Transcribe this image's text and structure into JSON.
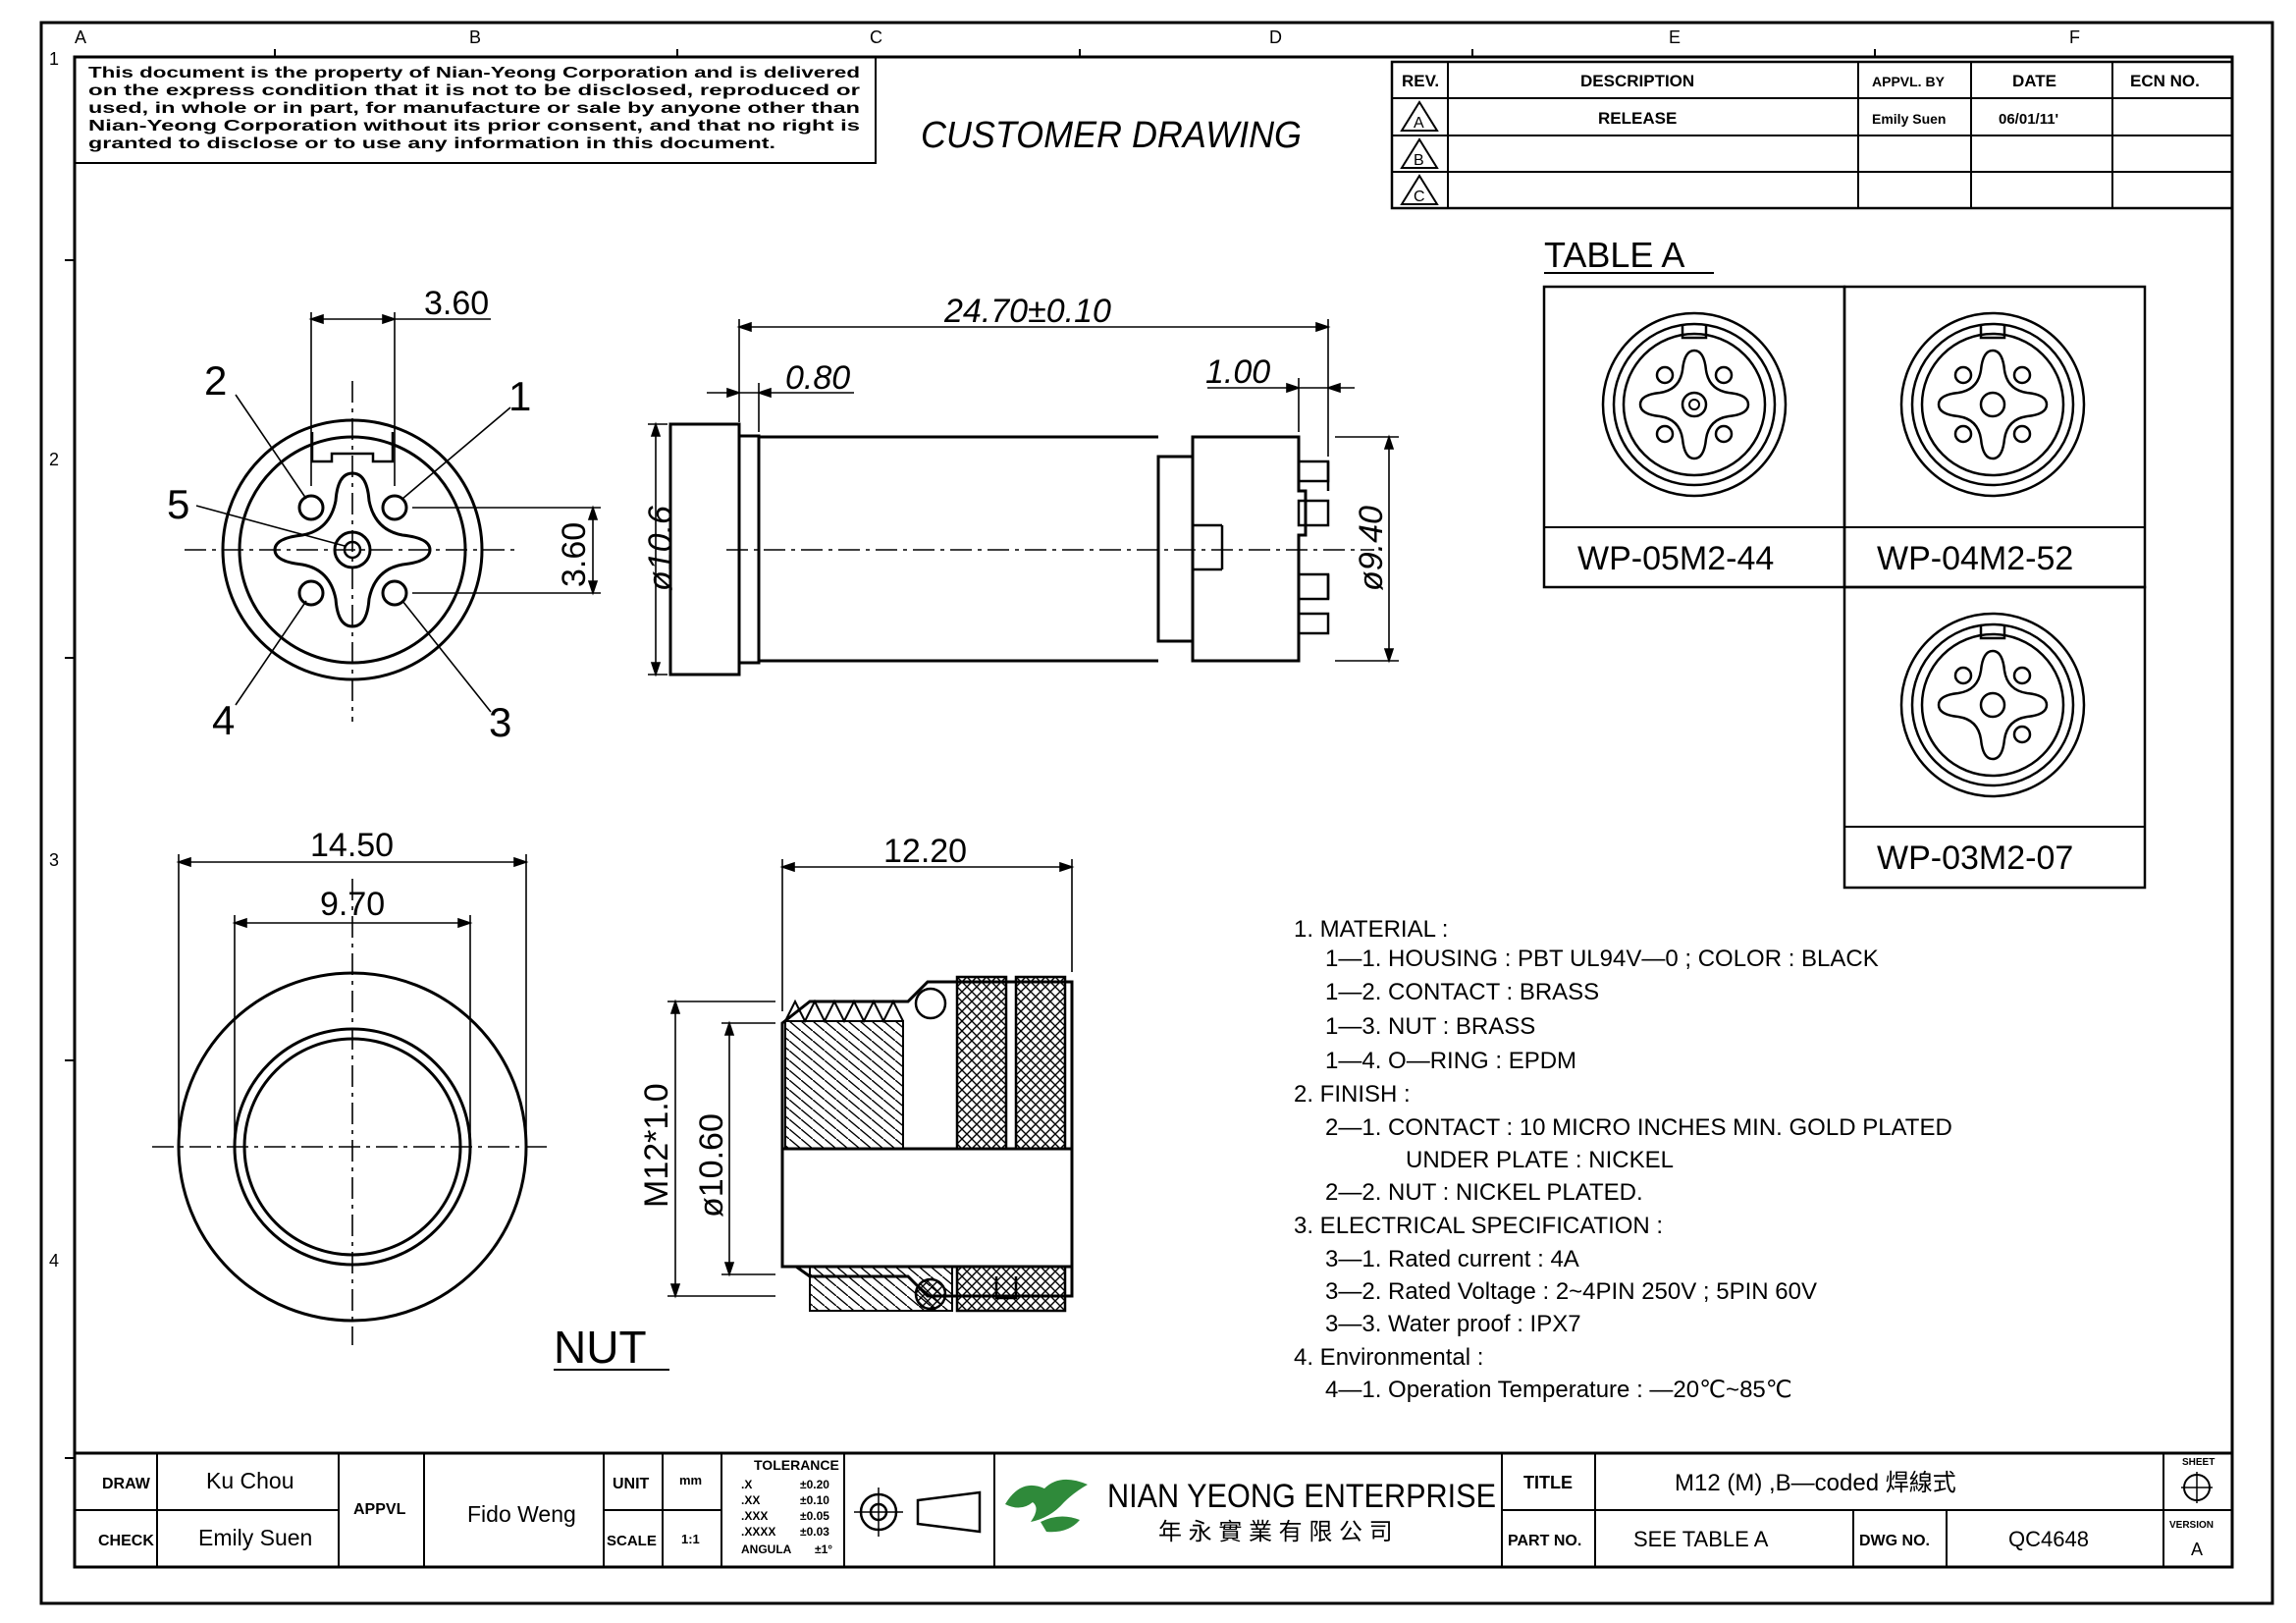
{
  "frame": {
    "zone_cols": [
      "A",
      "B",
      "C",
      "D",
      "E",
      "F"
    ],
    "zone_rows": [
      "1",
      "2",
      "3",
      "4"
    ]
  },
  "notice": {
    "lines": [
      "This document is the property of Nian-Yeong Corporation and is delivered",
      "on  the  express condition that it is not to be disclosed, reproduced or",
      "used, in whole or in part, for manufacture or sale by anyone other than",
      "Nian-Yeong Corporation without  its prior consent, and that  no right  is",
      "granted to disclose or to use any information in this  document."
    ]
  },
  "header": {
    "title": "CUSTOMER  DRAWING"
  },
  "revision_table": {
    "headers": [
      "REV.",
      "DESCRIPTION",
      "APPVL. BY",
      "DATE",
      "ECN NO."
    ],
    "rows": [
      {
        "rev": "A",
        "description": "RELEASE",
        "appvl": "Emily Suen",
        "date": "06/01/11'",
        "ecn": ""
      },
      {
        "rev": "B",
        "description": "",
        "appvl": "",
        "date": "",
        "ecn": ""
      },
      {
        "rev": "C",
        "description": "",
        "appvl": "",
        "date": "",
        "ecn": ""
      }
    ]
  },
  "front_view": {
    "dim_top": "3.60",
    "dim_right": "3.60",
    "pin_labels": [
      "1",
      "2",
      "3",
      "4",
      "5"
    ]
  },
  "side_view": {
    "dim_length": "24.70±0.10",
    "dim_flange": "0.80",
    "dim_tip": "1.00",
    "dia_left": "ø10.6",
    "dia_right": "ø9.40"
  },
  "nut_front": {
    "dim_outer": "14.50",
    "dim_inner": "9.70"
  },
  "nut_side": {
    "dim_length": "12.20",
    "thread": "M12*1.0",
    "dia": "ø10.60",
    "label": "NUT"
  },
  "table_a": {
    "title": "TABLE  A",
    "items": [
      "WP-05M2-44",
      "WP-04M2-52",
      "WP-03M2-07"
    ]
  },
  "notes": [
    "1.  MATERIAL  :",
    "1—1.  HOUSING  :  PBT  UL94V—0  ;  COLOR  :  BLACK",
    "1—2.  CONTACT  :  BRASS",
    "1—3.  NUT  :  BRASS",
    "1—4.  O—RING  :  EPDM",
    "2.  FINISH  :",
    "2—1.  CONTACT  :  10  MICRO  INCHES  MIN.  GOLD  PLATED",
    "UNDER  PLATE  :  NICKEL",
    "2—2.  NUT  :  NICKEL  PLATED.",
    "3.  ELECTRICAL  SPECIFICATION  :",
    "3—1.  Rated  current  :  4A",
    "3—2.  Rated  Voltage  :  2~4PIN  250V  ;  5PIN  60V",
    "3—3.  Water  proof  :  IPX7",
    "4.  Environmental  :",
    "4—1.  Operation  Temperature  :  —20℃~85℃"
  ],
  "title_block": {
    "draw_label": "DRAW",
    "draw_value": "Ku Chou",
    "check_label": "CHECK",
    "check_value": "Emily Suen",
    "appvl_label": "APPVL",
    "appvl_value": "Fido Weng",
    "unit_label": "UNIT",
    "unit_value": "mm",
    "scale_label": "SCALE",
    "scale_value": "1:1",
    "tolerance_title": "TOLERANCE",
    "tolerance_rows": [
      {
        "k": ".X",
        "v": "±0.20"
      },
      {
        "k": ".XX",
        "v": "±0.10"
      },
      {
        "k": ".XXX",
        "v": "±0.05"
      },
      {
        "k": ".XXXX",
        "v": "±0.03"
      },
      {
        "k": "ANGULA",
        "v": "±1°"
      }
    ],
    "company": "NIAN YEONG ENTERPRISE",
    "company_cn": "年 永 實 業 有 限 公 司",
    "title_label": "TITLE",
    "title_value": "M12  (M)  ,B—coded  焊線式",
    "part_label": "PART NO.",
    "part_value": "SEE  TABLE  A",
    "dwg_label": "DWG NO.",
    "dwg_value": "QC4648",
    "sheet_label": "SHEET",
    "version_label": "VERSION",
    "version_value": "A"
  }
}
